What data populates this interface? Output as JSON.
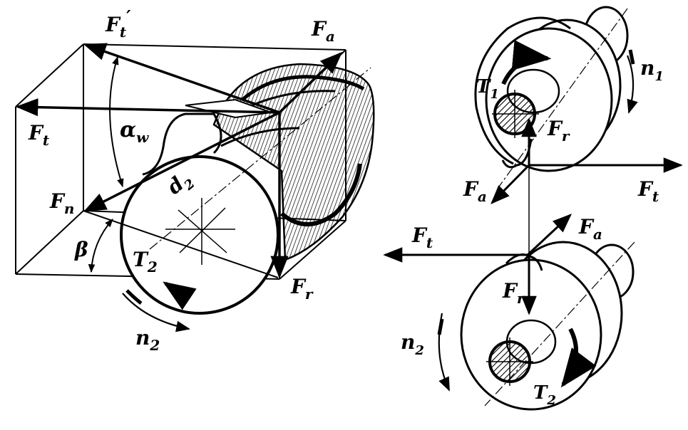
{
  "colors": {
    "ink": "#000000",
    "paper": "#ffffff"
  },
  "left_view": {
    "labels": {
      "ft_prime": "F",
      "ft_prime_sub": "t",
      "ft_prime_mark": "′",
      "fa": "F",
      "fa_sub": "a",
      "ft": "F",
      "ft_sub": "t",
      "alpha": "α",
      "alpha_sub": "w",
      "d2": "d",
      "d2_sub": "2",
      "fn": "F",
      "fn_sub": "n",
      "beta": "β",
      "t2": "T",
      "t2_sub": "2",
      "fr": "F",
      "fr_sub": "r",
      "n2": "n",
      "n2_sub": "2"
    }
  },
  "right_view": {
    "top_gear": {
      "t1": "T",
      "t1_sub": "1",
      "n1": "n",
      "n1_sub": "1",
      "fr": "F",
      "fr_sub": "r",
      "fa": "F",
      "fa_sub": "a",
      "ft": "F",
      "ft_sub": "t"
    },
    "bottom_gear": {
      "ft": "F",
      "ft_sub": "t",
      "fa": "F",
      "fa_sub": "a",
      "fr": "F",
      "fr_sub": "r",
      "n2": "n",
      "n2_sub": "2",
      "t2": "T",
      "t2_sub": "2"
    }
  }
}
